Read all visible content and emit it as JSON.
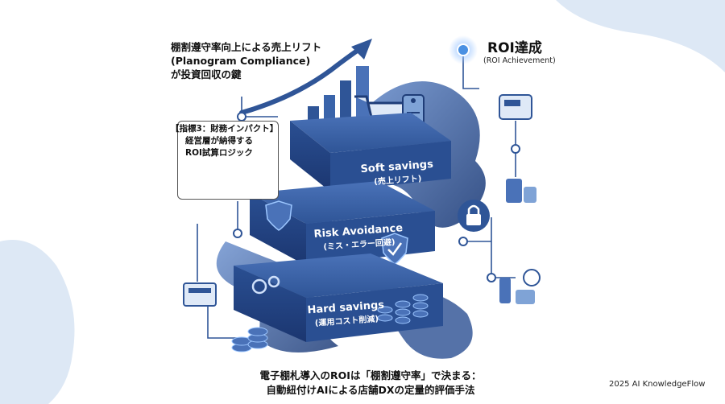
{
  "headline": {
    "line1": "棚割遵守率向上による売上リフト",
    "line2": "(Planogram Compliance)",
    "line3": "が投資回収の鍵"
  },
  "roi": {
    "title": "ROI達成",
    "subtitle": "(ROI Achievement)"
  },
  "callout": {
    "line1": "【指標3：財務インパクト】",
    "line2": "経営層が納得する",
    "line3": "ROI試算ロジック"
  },
  "layers": [
    {
      "title": "Soft savings",
      "subtitle": "(売上リフト)"
    },
    {
      "title": "Risk Avoidance",
      "subtitle": "(ミス・エラー回避)"
    },
    {
      "title": "Hard savings",
      "subtitle": "(運用コスト削減)"
    }
  ],
  "caption": {
    "line1": "電子棚札導入のROIは「棚割遵守率」で決まる：",
    "line2": "自動紐付けAIによる店舗DXの定量的評価手法"
  },
  "footer": "2025 AI KnowledgeFlow",
  "colors": {
    "primary": "#2f5597",
    "dark": "#1f3d78",
    "light": "#7fa3d6",
    "accent": "#4a90e2",
    "background_blob": "#dde8f5"
  }
}
